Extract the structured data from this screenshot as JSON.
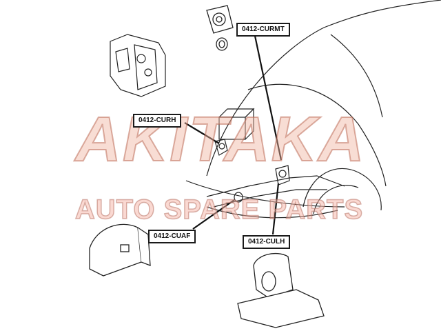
{
  "watermark": {
    "brand": "AKITAKA",
    "tagline": "AUTO SPARE PARTS",
    "color": "#e8a594"
  },
  "labels": {
    "curmt": "0412-CURMT",
    "curh": "0412-CURH",
    "cuaf": "0412-CUAF",
    "culh": "0412-CULH"
  }
}
